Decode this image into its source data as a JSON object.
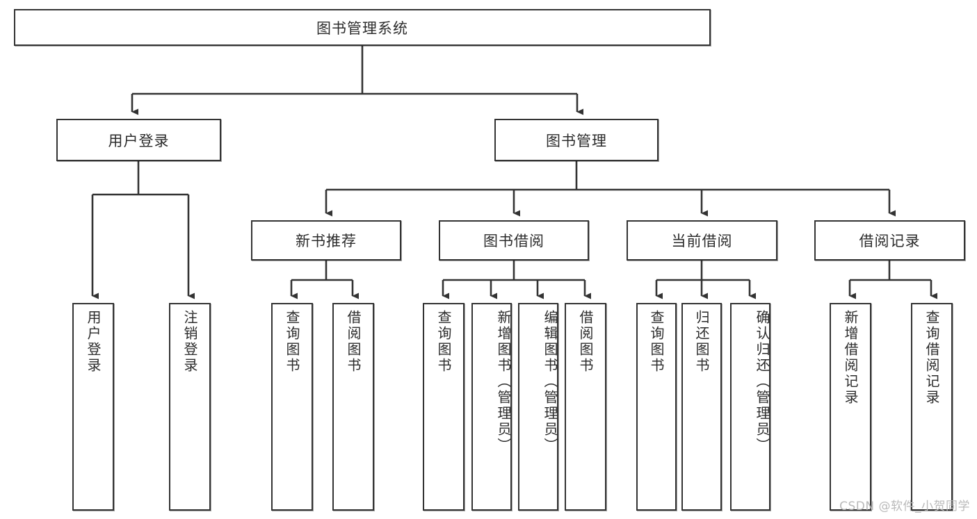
{
  "diagram": {
    "type": "tree-hierarchy",
    "title": "图书管理系统",
    "root": {
      "id": "root",
      "label": "图书管理系统"
    },
    "level2": [
      {
        "id": "user-login",
        "label": "用户登录"
      },
      {
        "id": "book-management",
        "label": "图书管理"
      }
    ],
    "level3": [
      {
        "id": "new-book-recommend",
        "label": "新书推荐",
        "parent": "book-management"
      },
      {
        "id": "book-borrow",
        "label": "图书借阅",
        "parent": "book-management"
      },
      {
        "id": "current-borrow",
        "label": "当前借阅",
        "parent": "book-management"
      },
      {
        "id": "borrow-record",
        "label": "借阅记录",
        "parent": "book-management"
      }
    ],
    "leaves": [
      {
        "id": "leaf-user-login",
        "label": "用户登录",
        "parent": "user-login"
      },
      {
        "id": "leaf-logout",
        "label": "注销登录",
        "parent": "user-login"
      },
      {
        "id": "leaf-query-book-1",
        "label": "查询图书",
        "parent": "new-book-recommend"
      },
      {
        "id": "leaf-borrow-book-1",
        "label": "借阅图书",
        "parent": "new-book-recommend"
      },
      {
        "id": "leaf-query-book-2",
        "label": "查询图书",
        "parent": "book-borrow"
      },
      {
        "id": "leaf-add-book",
        "label": "新增图书（管理员）",
        "parent": "book-borrow"
      },
      {
        "id": "leaf-edit-book",
        "label": "编辑图书（管理员）",
        "parent": "book-borrow"
      },
      {
        "id": "leaf-borrow-book-2",
        "label": "借阅图书",
        "parent": "book-borrow"
      },
      {
        "id": "leaf-query-book-3",
        "label": "查询图书",
        "parent": "current-borrow"
      },
      {
        "id": "leaf-return-book",
        "label": "归还图书",
        "parent": "current-borrow"
      },
      {
        "id": "leaf-confirm-return",
        "label": "确认归还（管理员）",
        "parent": "current-borrow"
      },
      {
        "id": "leaf-add-record",
        "label": "新增借阅记录",
        "parent": "borrow-record"
      },
      {
        "id": "leaf-query-record",
        "label": "查询借阅记录",
        "parent": "borrow-record"
      }
    ],
    "colors": {
      "border": "#333333",
      "text": "#2b2b2b",
      "background": "#ffffff",
      "link": "#333333",
      "watermark": "#b9b9b9"
    }
  },
  "watermark": {
    "text": "CSDN @软件_小贺同学"
  }
}
